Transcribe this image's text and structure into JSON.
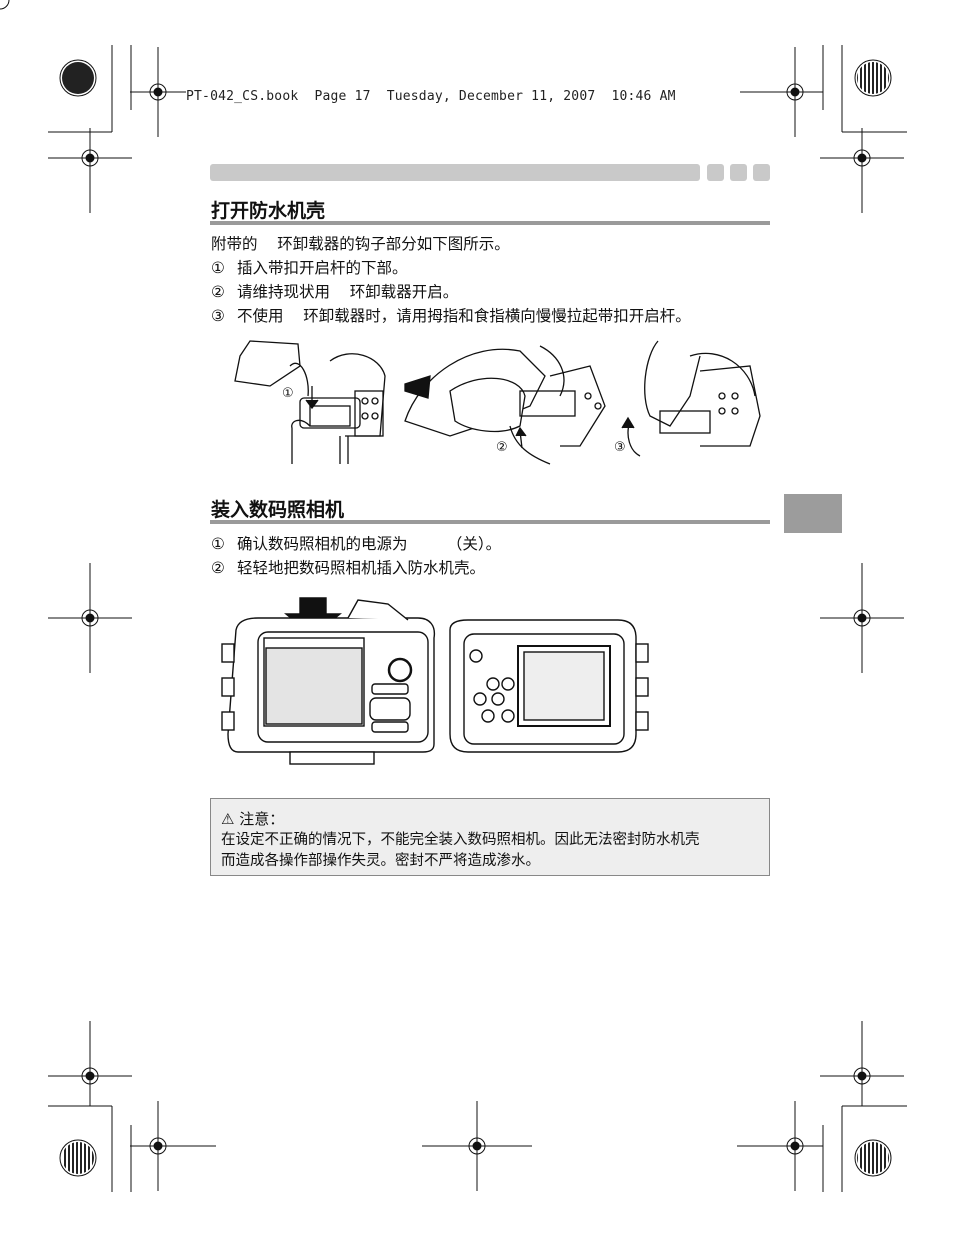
{
  "header": {
    "file": "PT-042_CS.book",
    "page_label": "Page 17",
    "date": "Tuesday, December 11, 2007",
    "time": "10:46 AM"
  },
  "section1": {
    "title": "打开防水机壳",
    "intro": "附带的    环卸载器的钩子部分如下图所示。",
    "steps": [
      {
        "num": "①",
        "text": "插入带扣开启杆的下部。"
      },
      {
        "num": "②",
        "text": "请维持现状用    环卸载器开启。"
      },
      {
        "num": "③",
        "text": "不使用    环卸载器时，请用拇指和食指横向慢慢拉起带扣开启杆。"
      }
    ],
    "figure_labels": [
      "①",
      "②",
      "③"
    ]
  },
  "section2": {
    "title": "装入数码照相机",
    "steps": [
      {
        "num": "①",
        "text": "确认数码照相机的电源为        （关）。"
      },
      {
        "num": "②",
        "text": "轻轻地把数码照相机插入防水机壳。"
      }
    ]
  },
  "caution": {
    "title": "⚠ 注意：",
    "lines": [
      "在设定不正确的情况下，不能完全装入数码照相机。因此无法密封防水机壳",
      "而造成各操作部操作失灵。密封不严将造成渗水。"
    ]
  }
}
